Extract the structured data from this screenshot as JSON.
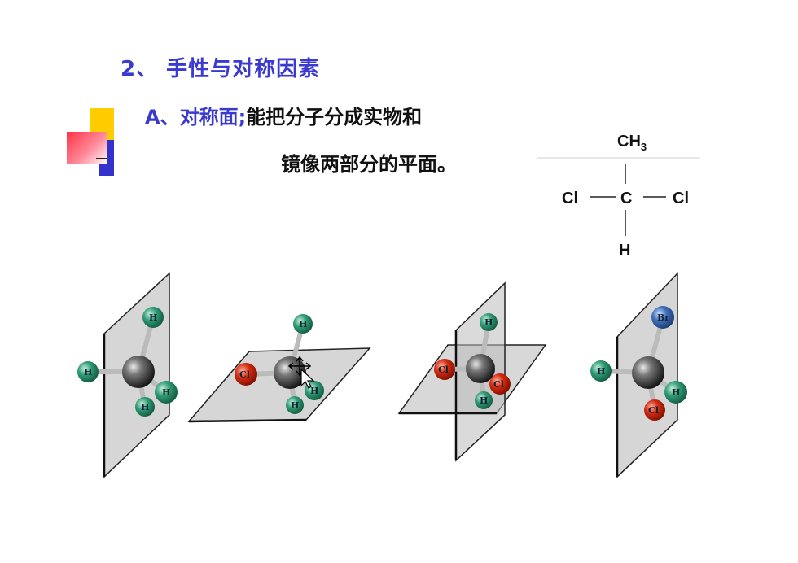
{
  "heading": "2、  手性与对称因素",
  "definition": {
    "label": "A、对称面;",
    "text_line1": "能把分子分成实物和",
    "text_line2": "镜像两部分的平面。"
  },
  "formula": {
    "top": "CH",
    "top_sub": "3",
    "left": "Cl",
    "center": "C",
    "right": "Cl",
    "bottom": "H"
  },
  "molecules": [
    {
      "atoms": [
        "H",
        "H",
        "H",
        "H"
      ]
    },
    {
      "atoms": [
        "H",
        "Cl",
        "H",
        "H"
      ]
    },
    {
      "atoms": [
        "H",
        "Cl",
        "Cl",
        "H"
      ]
    },
    {
      "atoms": [
        "Br",
        "H",
        "H",
        "Cl"
      ]
    }
  ],
  "colors": {
    "heading": "#3a3ad0",
    "hydrogen": "#2f9b74",
    "chlorine": "#d42a10",
    "bromine": "#3f6fb8",
    "carbon": "#3a3a3a",
    "plane": "#c8c8c8",
    "deco_yellow": "#ffcc00",
    "deco_red": "#ff3344",
    "deco_blue": "#3333cc"
  }
}
